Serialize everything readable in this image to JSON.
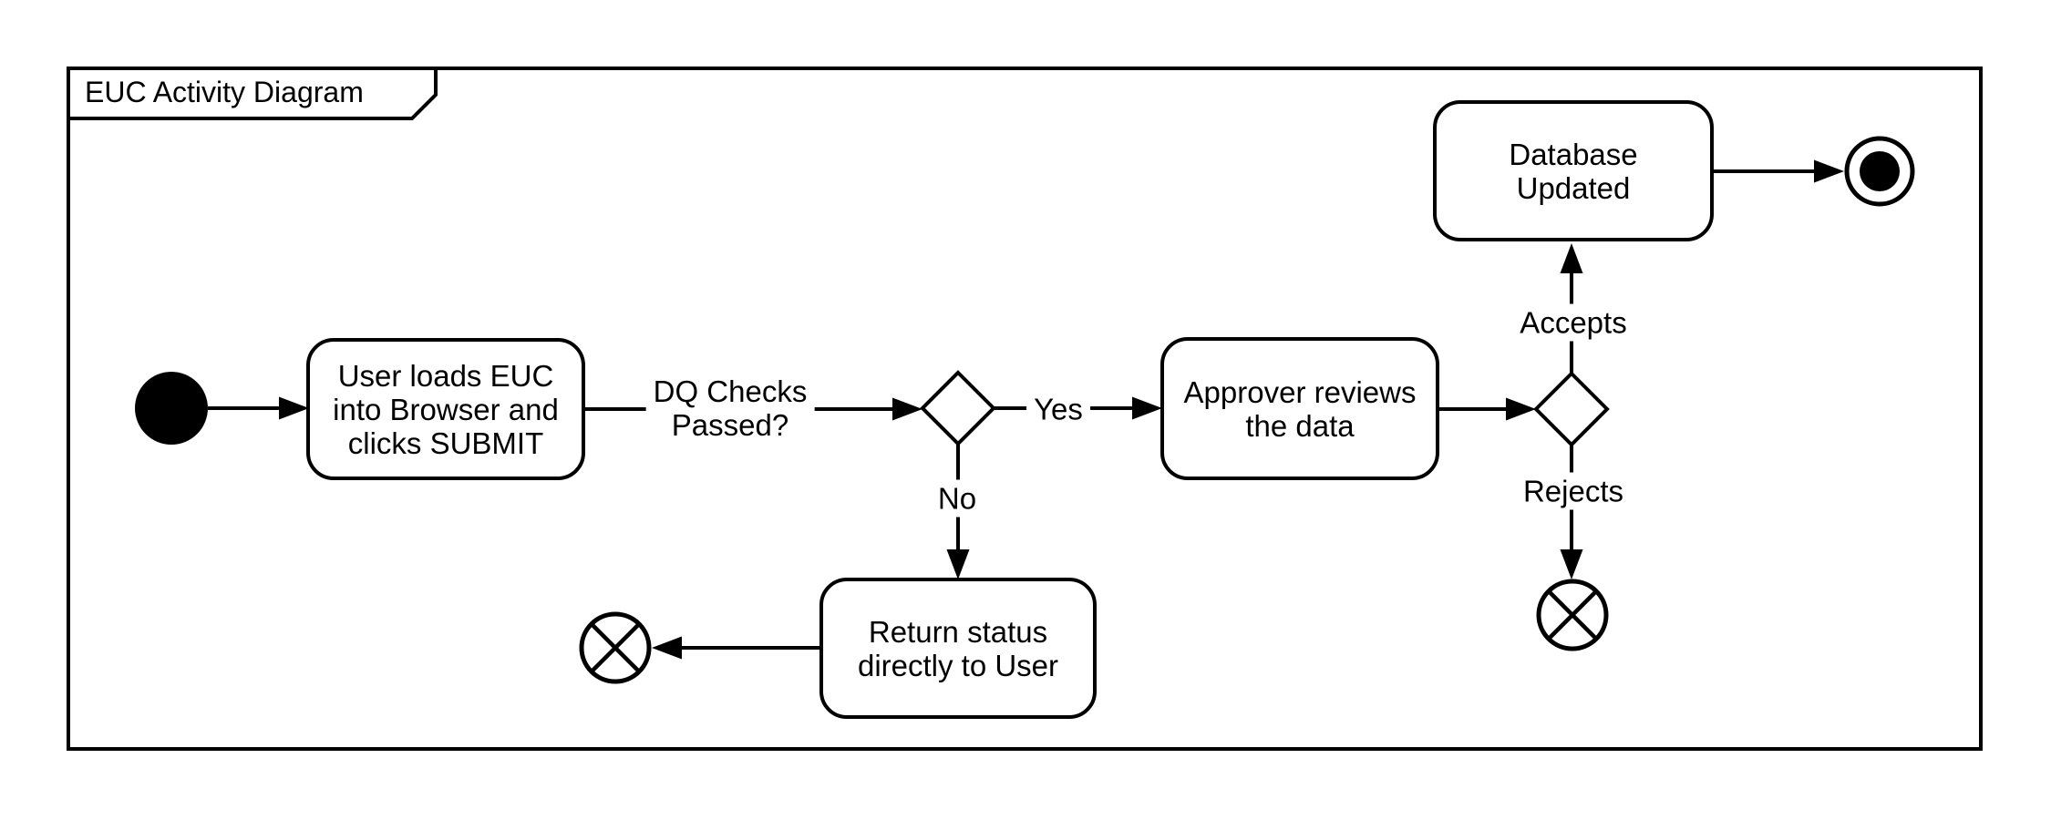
{
  "frame": {
    "title": "EUC Activity Diagram"
  },
  "colors": {
    "stroke": "#000000",
    "fill": "#ffffff"
  },
  "nodes": {
    "initial": {
      "type": "initial-node"
    },
    "load_euc": {
      "label": "User loads EUC\ninto Browser and\nclicks SUBMIT"
    },
    "dq_decision": {
      "type": "decision"
    },
    "return_status": {
      "label": "Return status\ndirectly to User"
    },
    "flow_final_left": {
      "type": "flow-final"
    },
    "approver_review": {
      "label": "Approver reviews\nthe data"
    },
    "approver_decision": {
      "type": "decision"
    },
    "database_updated": {
      "label": "Database\nUpdated"
    },
    "flow_final_right": {
      "type": "flow-final"
    },
    "final": {
      "type": "activity-final"
    }
  },
  "edges": {
    "dq_question": {
      "label": "DQ Checks\nPassed?"
    },
    "yes": {
      "label": "Yes"
    },
    "no": {
      "label": "No"
    },
    "accepts": {
      "label": "Accepts"
    },
    "rejects": {
      "label": "Rejects"
    }
  }
}
